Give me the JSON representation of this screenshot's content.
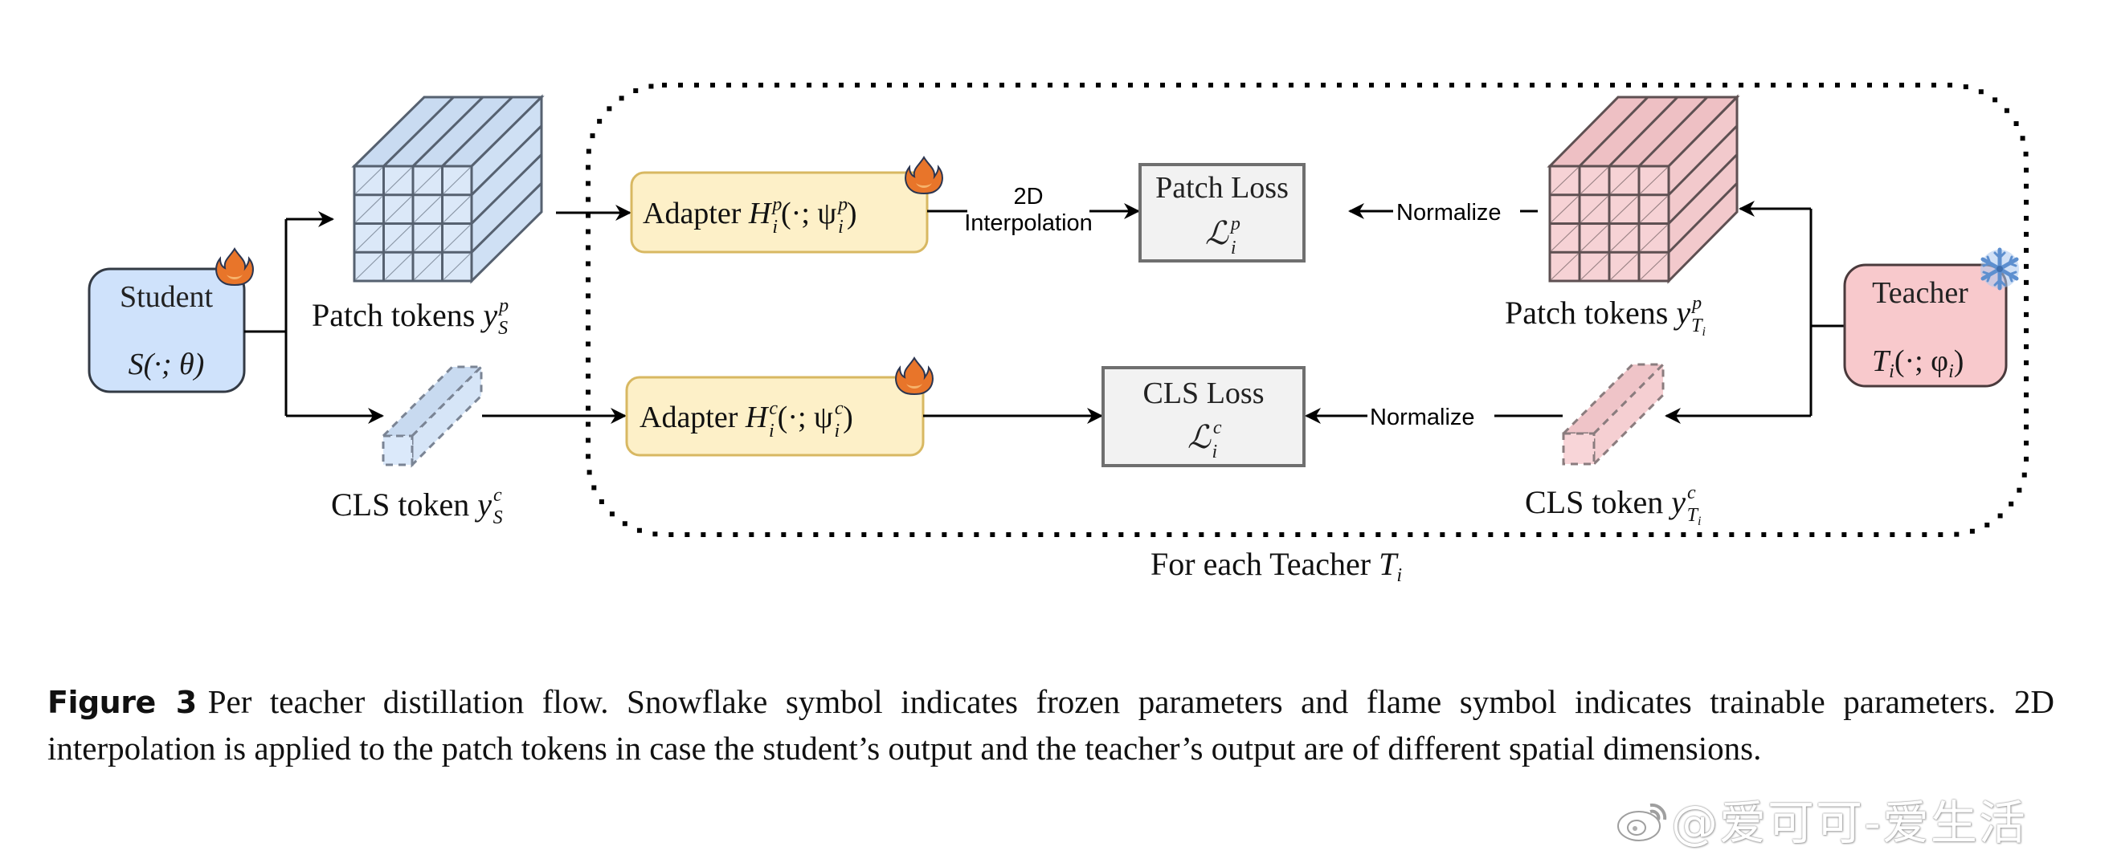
{
  "figure": {
    "student": {
      "title": "Student",
      "func": "S(·; θ)",
      "badge": "flame-icon"
    },
    "teacher": {
      "title": "Teacher",
      "func_main": "T",
      "func_sub": "i",
      "func_rest": "(·; φ",
      "func_sub2": "i",
      "func_close": ")",
      "badge": "snowflake-icon"
    },
    "student_patch_label": {
      "text": "Patch tokens ",
      "var": "y",
      "sub": "S",
      "sup": "p"
    },
    "student_cls_label": {
      "text": "CLS token ",
      "var": "y",
      "sub": "S",
      "sup": "c"
    },
    "teacher_patch_label": {
      "text": "Patch tokens ",
      "var": "y",
      "sub": "T",
      "subsub": "i",
      "sup": "p"
    },
    "teacher_cls_label": {
      "text": "CLS token ",
      "var": "y",
      "sub": "T",
      "subsub": "i",
      "sup": "c"
    },
    "adapter_patch": {
      "word": "Adapter ",
      "var": "H",
      "sub": "i",
      "sup": "p",
      "args": "(·; ψ",
      "args_sub": "i",
      "args_sup": "p",
      "close": ")",
      "badge": "flame-icon"
    },
    "adapter_cls": {
      "word": "Adapter ",
      "var": "H",
      "sub": "i",
      "sup": "c",
      "args": "(·; ψ",
      "args_sub": "i",
      "args_sup": "c",
      "close": ")",
      "badge": "flame-icon"
    },
    "patch_loss": {
      "title": "Patch Loss",
      "symbol": "ℒ",
      "sub": "i",
      "sup": "p"
    },
    "cls_loss": {
      "title": "CLS Loss",
      "symbol": "ℒ",
      "sub": "i",
      "sup": "c"
    },
    "edge_interp_line1": "2D",
    "edge_interp_line2": "Interpolation",
    "edge_normalize_patch": "Normalize",
    "edge_normalize_cls": "Normalize",
    "frame_label": {
      "text": "For each Teacher ",
      "var": "T",
      "sub": "i"
    },
    "colors": {
      "student_fill": "#cfe2fb",
      "teacher_fill": "#f8c9cc",
      "adapter_fill": "#fdf0c8",
      "adapter_stroke": "#d8b862",
      "loss_fill": "#f2f2f2",
      "loss_stroke": "#6f6f6f",
      "flame": "#e8752a",
      "snowflake": "#7fa9dd"
    }
  },
  "caption": {
    "label": "Figure 3",
    "text": "Per teacher distillation flow.  Snowflake symbol indicates frozen parameters and flame symbol indicates trainable parameters. 2D interpolation is applied to the patch tokens in case the student’s output and the teacher’s output are of different spatial dimensions."
  },
  "watermark": {
    "text": "@爱可可-爱生活",
    "icon": "weibo-logo-icon"
  }
}
